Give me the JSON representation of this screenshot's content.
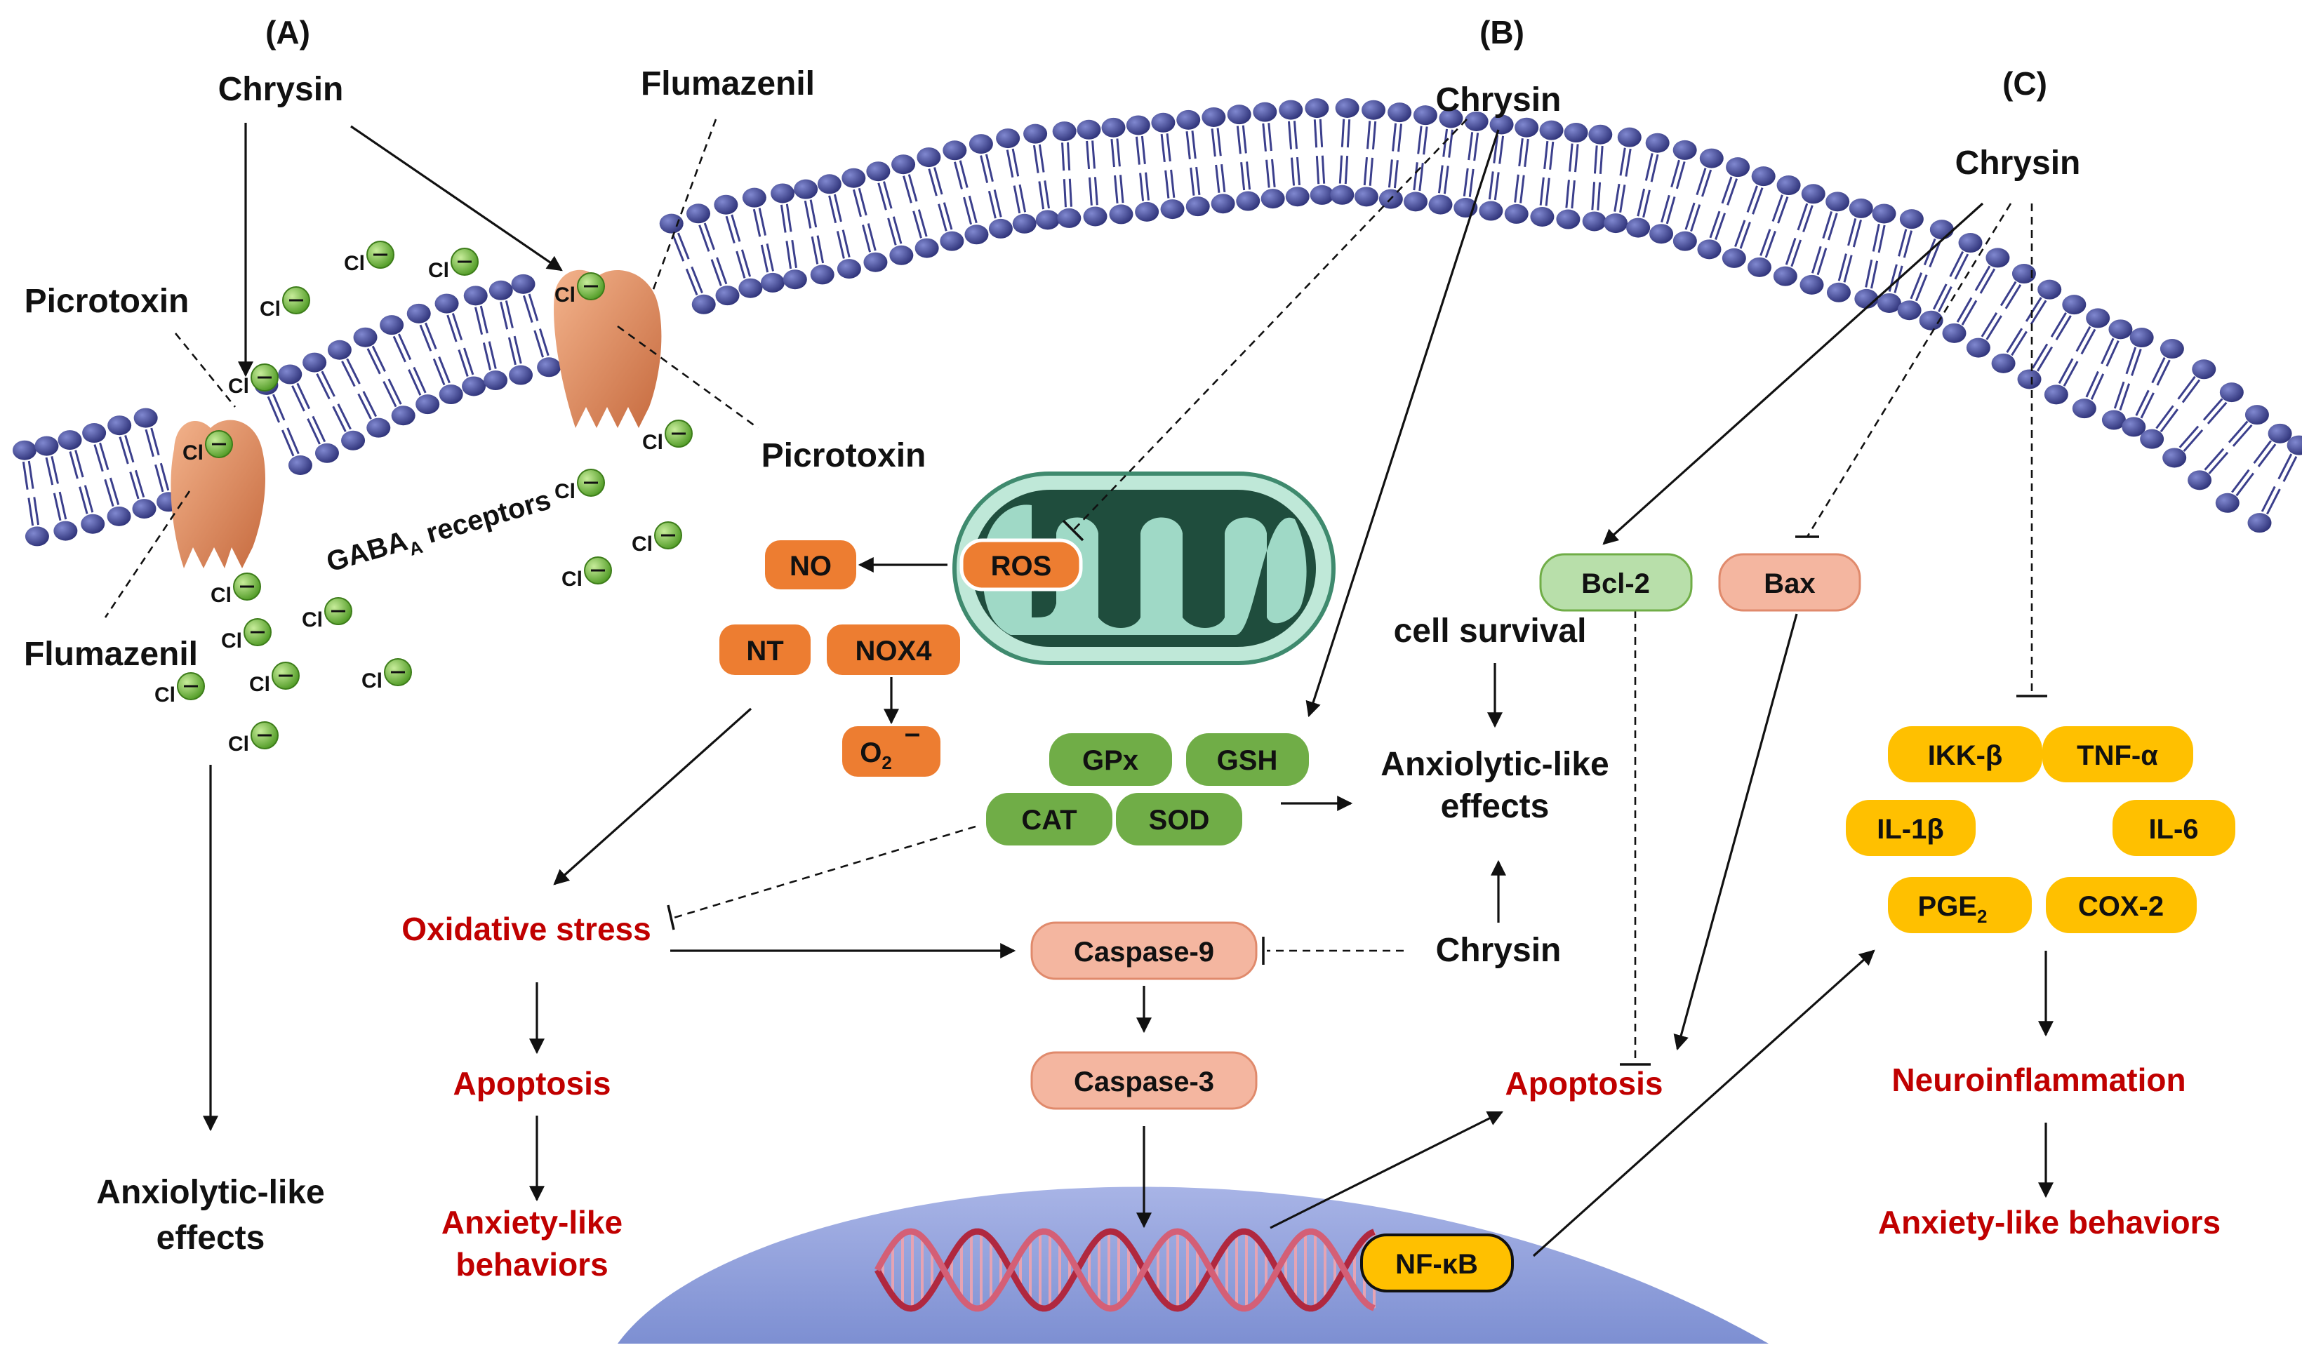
{
  "sections": {
    "a": "(A)",
    "b": "(B)",
    "c": "(C)"
  },
  "panel_a": {
    "chrysin": "Chrysin",
    "flumazenil_top": "Flumazenil",
    "picrotoxin_left": "Picrotoxin",
    "picrotoxin_right": "Picrotoxin",
    "flumazenil_bottom": "Flumazenil",
    "receptor_label": "GABA",
    "receptor_sub": "A",
    "receptor_suffix": " receptors",
    "chloride": "Cl",
    "outcome_line1": "Anxiolytic-like",
    "outcome_line2": "effects"
  },
  "panel_b": {
    "chrysin_top": "Chrysin",
    "ros": "ROS",
    "no": "NO",
    "nt": "NT",
    "nox4": "NOX4",
    "superoxide": "O",
    "superoxide_sub": "2",
    "superoxide_sup": "–",
    "gpx": "GPx",
    "gsh": "GSH",
    "cat": "CAT",
    "sod": "SOD",
    "oxidative_stress": "Oxidative stress",
    "apoptosis_left": "Apoptosis",
    "anxiety_line1": "Anxiety-like",
    "anxiety_line2": "behaviors",
    "caspase9": "Caspase-9",
    "caspase3": "Caspase-3",
    "chrysin_mid": "Chrysin",
    "cell_survival": "cell survival",
    "anxiolytic_line1": "Anxiolytic-like",
    "anxiolytic_line2": "effects",
    "apoptosis_right": "Apoptosis",
    "nfkb": "NF-κB"
  },
  "panel_c": {
    "chrysin": "Chrysin",
    "bcl2": "Bcl-2",
    "bax": "Bax",
    "ikkb": "IKK-β",
    "tnfa": "TNF-α",
    "il1b": "IL-1β",
    "il6": "IL-6",
    "pge": "PGE",
    "pge_sub": "2",
    "cox2": "COX-2",
    "neuroinflammation": "Neuroinflammation",
    "anxiety_behaviors": "Anxiety-like behaviors"
  },
  "colors": {
    "orange_box": "#ed7d31",
    "green_box": "#70ad47",
    "salmon_box": "#f4b6a0",
    "light_green_box": "#b8dfaa",
    "yellow_box": "#ffc000",
    "red_text": "#c00000",
    "membrane_head": "#3b3f8c",
    "nucleus": "#8e9ed8",
    "mitochondrion": "#9fd9c6",
    "receptor": "#e08a5e",
    "chloride_ion": "#7ac143"
  }
}
